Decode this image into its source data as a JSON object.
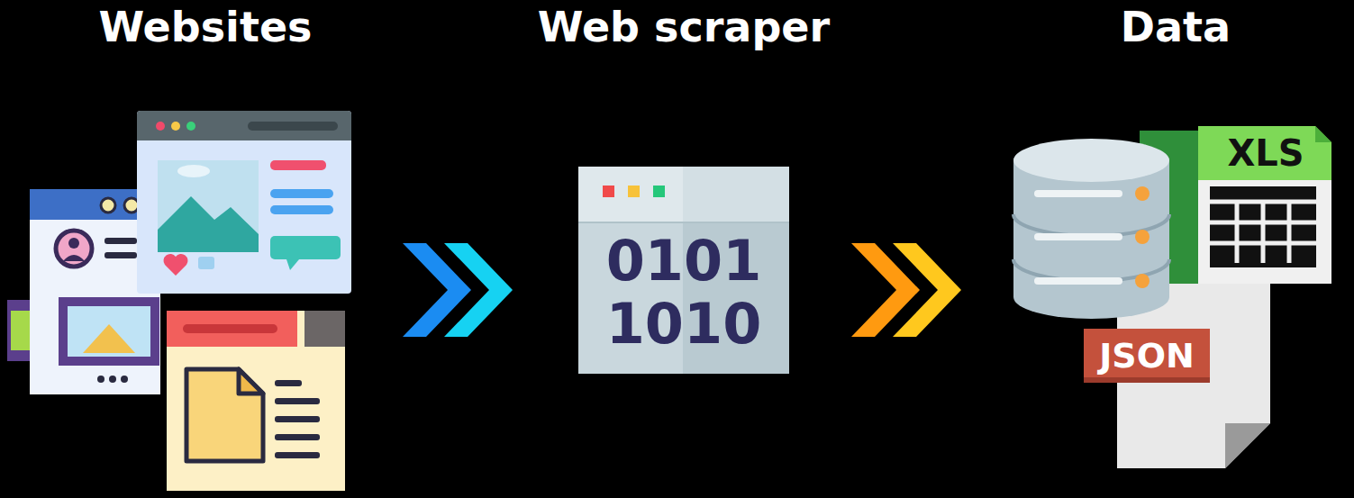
{
  "diagram": {
    "nodes": [
      {
        "text": [
          "Websites"
        ]
      },
      {
        "text": [
          "Web scraper",
          "0101 1010"
        ]
      },
      {
        "text": [
          "Data"
        ]
      },
      {
        "text": [
          "XLS"
        ],
        "in": 2
      },
      {
        "text": [
          "JSON"
        ],
        "in": 2
      }
    ],
    "edges": [
      {
        "from": 0,
        "to": 1,
        "arrow": "to"
      },
      {
        "from": 1,
        "to": 2,
        "arrow": "to"
      }
    ]
  }
}
